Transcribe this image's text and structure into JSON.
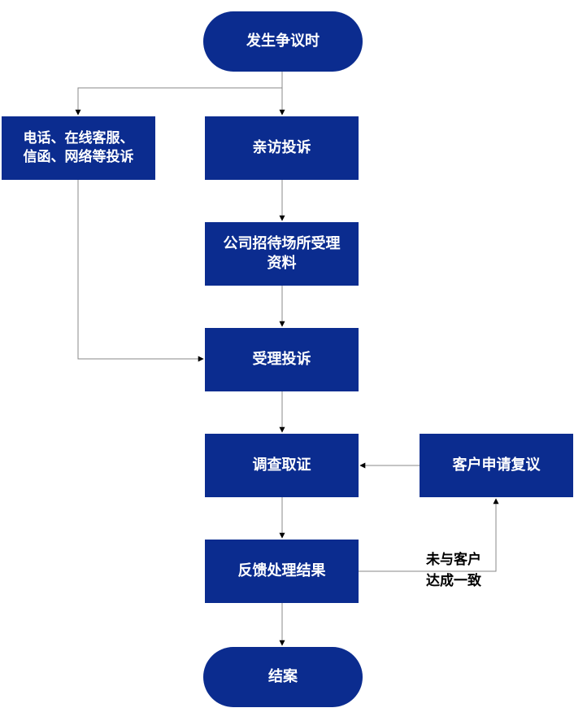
{
  "flowchart": {
    "start": "发生争议时",
    "side_channels": "电话、在线客服、\n信函、网络等投诉",
    "visit": "亲访投诉",
    "office": "公司招待场所受理\n资料",
    "accept": "受理投诉",
    "investigate": "调查取证",
    "review": "客户申请复议",
    "result": "反馈处理结果",
    "end": "结案",
    "no_agreement_label": "未与客户\n达成一致"
  },
  "colors": {
    "node_fill": "#0b2c8f",
    "node_text": "#ffffff",
    "connector": "#8a8a8a",
    "arrowhead": "#000000"
  }
}
